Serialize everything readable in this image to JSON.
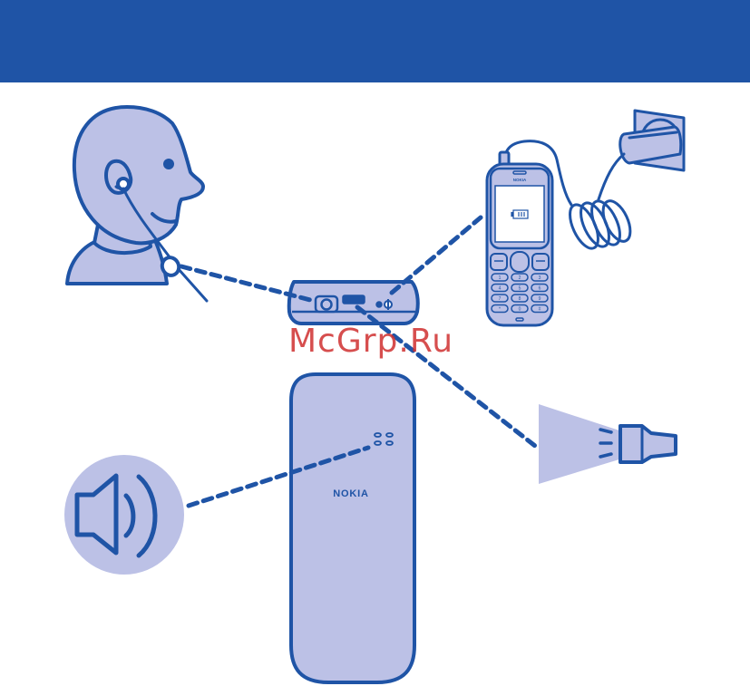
{
  "header": {
    "bg": "#1f54a6"
  },
  "colors": {
    "line": "#1f54a6",
    "fill": "#bcc1e6",
    "bg": "#ffffff",
    "watermark": "#d03030"
  },
  "watermark": {
    "text": "McGrp.Ru"
  },
  "phone_front": {
    "brand": "NOKIA",
    "keys": [
      "1",
      "2",
      "3",
      "4",
      "5",
      "6",
      "7",
      "8",
      "9",
      "*",
      "0",
      "#"
    ]
  },
  "phone_back": {
    "brand": "NOKIA"
  },
  "icons": {
    "headset": "headset-user-icon",
    "charger": "charger-icon",
    "flashlight": "flashlight-icon",
    "speaker": "loudspeaker-icon"
  }
}
